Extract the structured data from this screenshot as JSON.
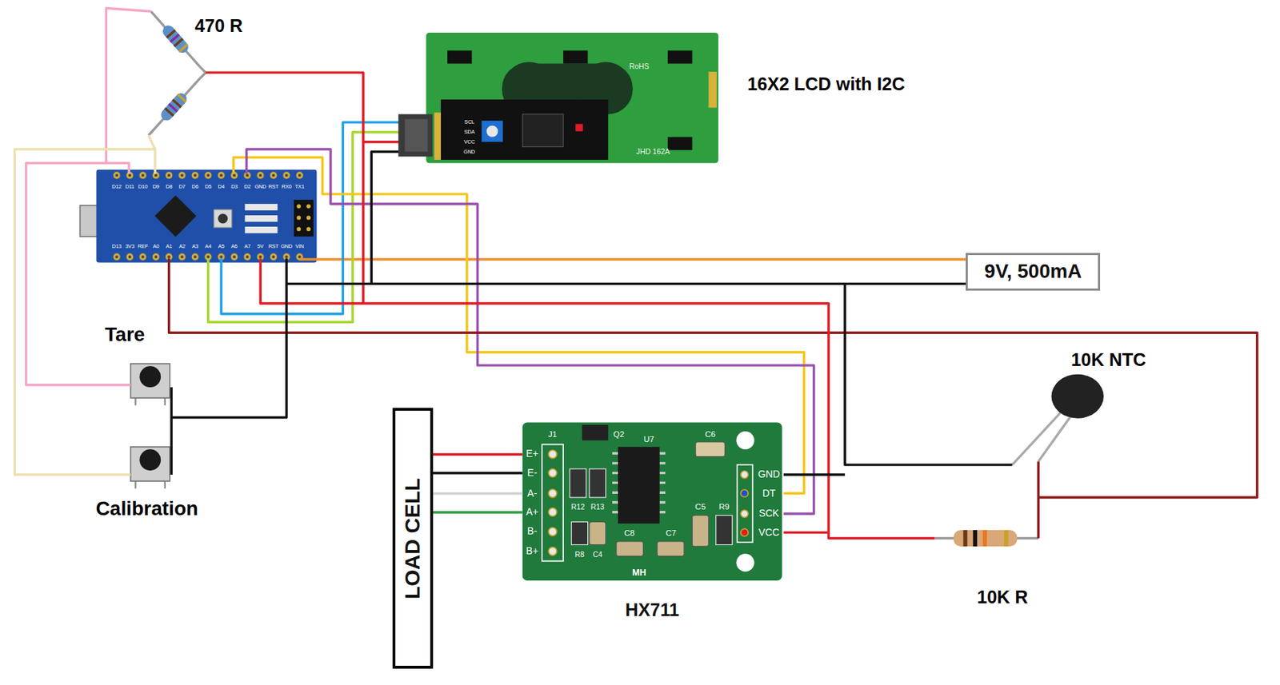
{
  "diagram": {
    "nodes": [
      {
        "text": [
          "9V, 500mA"
        ]
      },
      {
        "text": [
          "LOAD CELL"
        ]
      },
      {
        "text": [
          "HX711"
        ]
      }
    ],
    "edges": [
      {
        "from": 1,
        "to": 2,
        "arrow": "none"
      },
      {
        "from": 1,
        "to": 2,
        "arrow": "none"
      },
      {
        "from": 1,
        "to": 2,
        "arrow": "none"
      },
      {
        "from": 1,
        "to": 2,
        "arrow": "none"
      }
    ],
    "labels": [
      "470 R",
      "16X2 LCD with I2C",
      "RoHS",
      "SCL",
      "SDA",
      "VCC",
      "GND",
      "JHD 162A",
      "D12",
      "D11",
      "D10",
      "D9",
      "D8",
      "D7",
      "D6",
      "D5",
      "D4",
      "D3",
      "D2",
      "GND",
      "RST",
      "RX0",
      "TX1",
      "D13",
      "3V3",
      "REF",
      "A0",
      "A1",
      "A2",
      "A3",
      "A4",
      "A5",
      "A6",
      "A7",
      "5V",
      "RST",
      "GND",
      "VIN",
      "Tare",
      "10K NTC",
      "J1",
      "Q2",
      "U7",
      "C6",
      "E+",
      "E-",
      "A-",
      "A+",
      "GND",
      "DT",
      "R12",
      "R13",
      "C5",
      "R9",
      "SCK",
      "B-",
      "VCC",
      "C8",
      "C7",
      "B+",
      "R8",
      "C4",
      "MH",
      "Calibration",
      "10K R"
    ]
  }
}
